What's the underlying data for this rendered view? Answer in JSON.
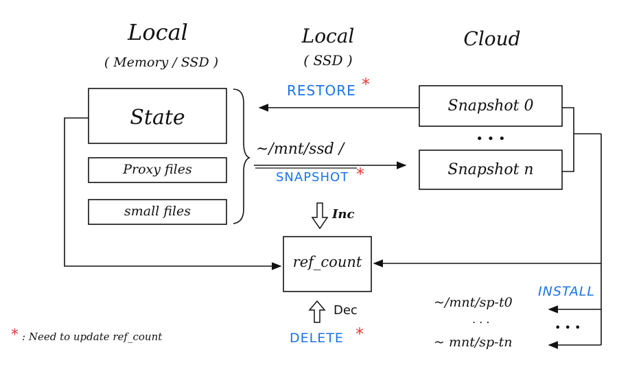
{
  "columns": {
    "local_mem": {
      "title": "Local",
      "subtitle": "( Memory / SSD )"
    },
    "local_ssd": {
      "title": "Local",
      "subtitle": "( SSD )"
    },
    "cloud": {
      "title": "Cloud"
    }
  },
  "boxes": {
    "state": "State",
    "proxy_files": "Proxy files",
    "small_files": "small files",
    "snapshot_0": "Snapshot 0",
    "snapshot_n": "Snapshot n",
    "ref_count": "ref_count"
  },
  "arrows": {
    "restore": "RESTORE",
    "snapshot": "SNAPSHOT",
    "snapshot_path": "~/mnt/ssd /",
    "inc": "Inc",
    "dec": "Dec",
    "delete": "DELETE",
    "install": "INSTALL",
    "sp_t0": "~/mnt/sp-t0",
    "sp_tn": "~ mnt/sp-tn"
  },
  "ellipsis": {
    "snapshots": "• • •",
    "install_paths": ". . .",
    "install_arrows": "• • •"
  },
  "asterisk": "*",
  "legend": {
    "marker": "*",
    "text": ": Need to update ref_count"
  },
  "colors": {
    "ink": "#111111",
    "blue": "#1a73e8",
    "red": "#e53935"
  }
}
